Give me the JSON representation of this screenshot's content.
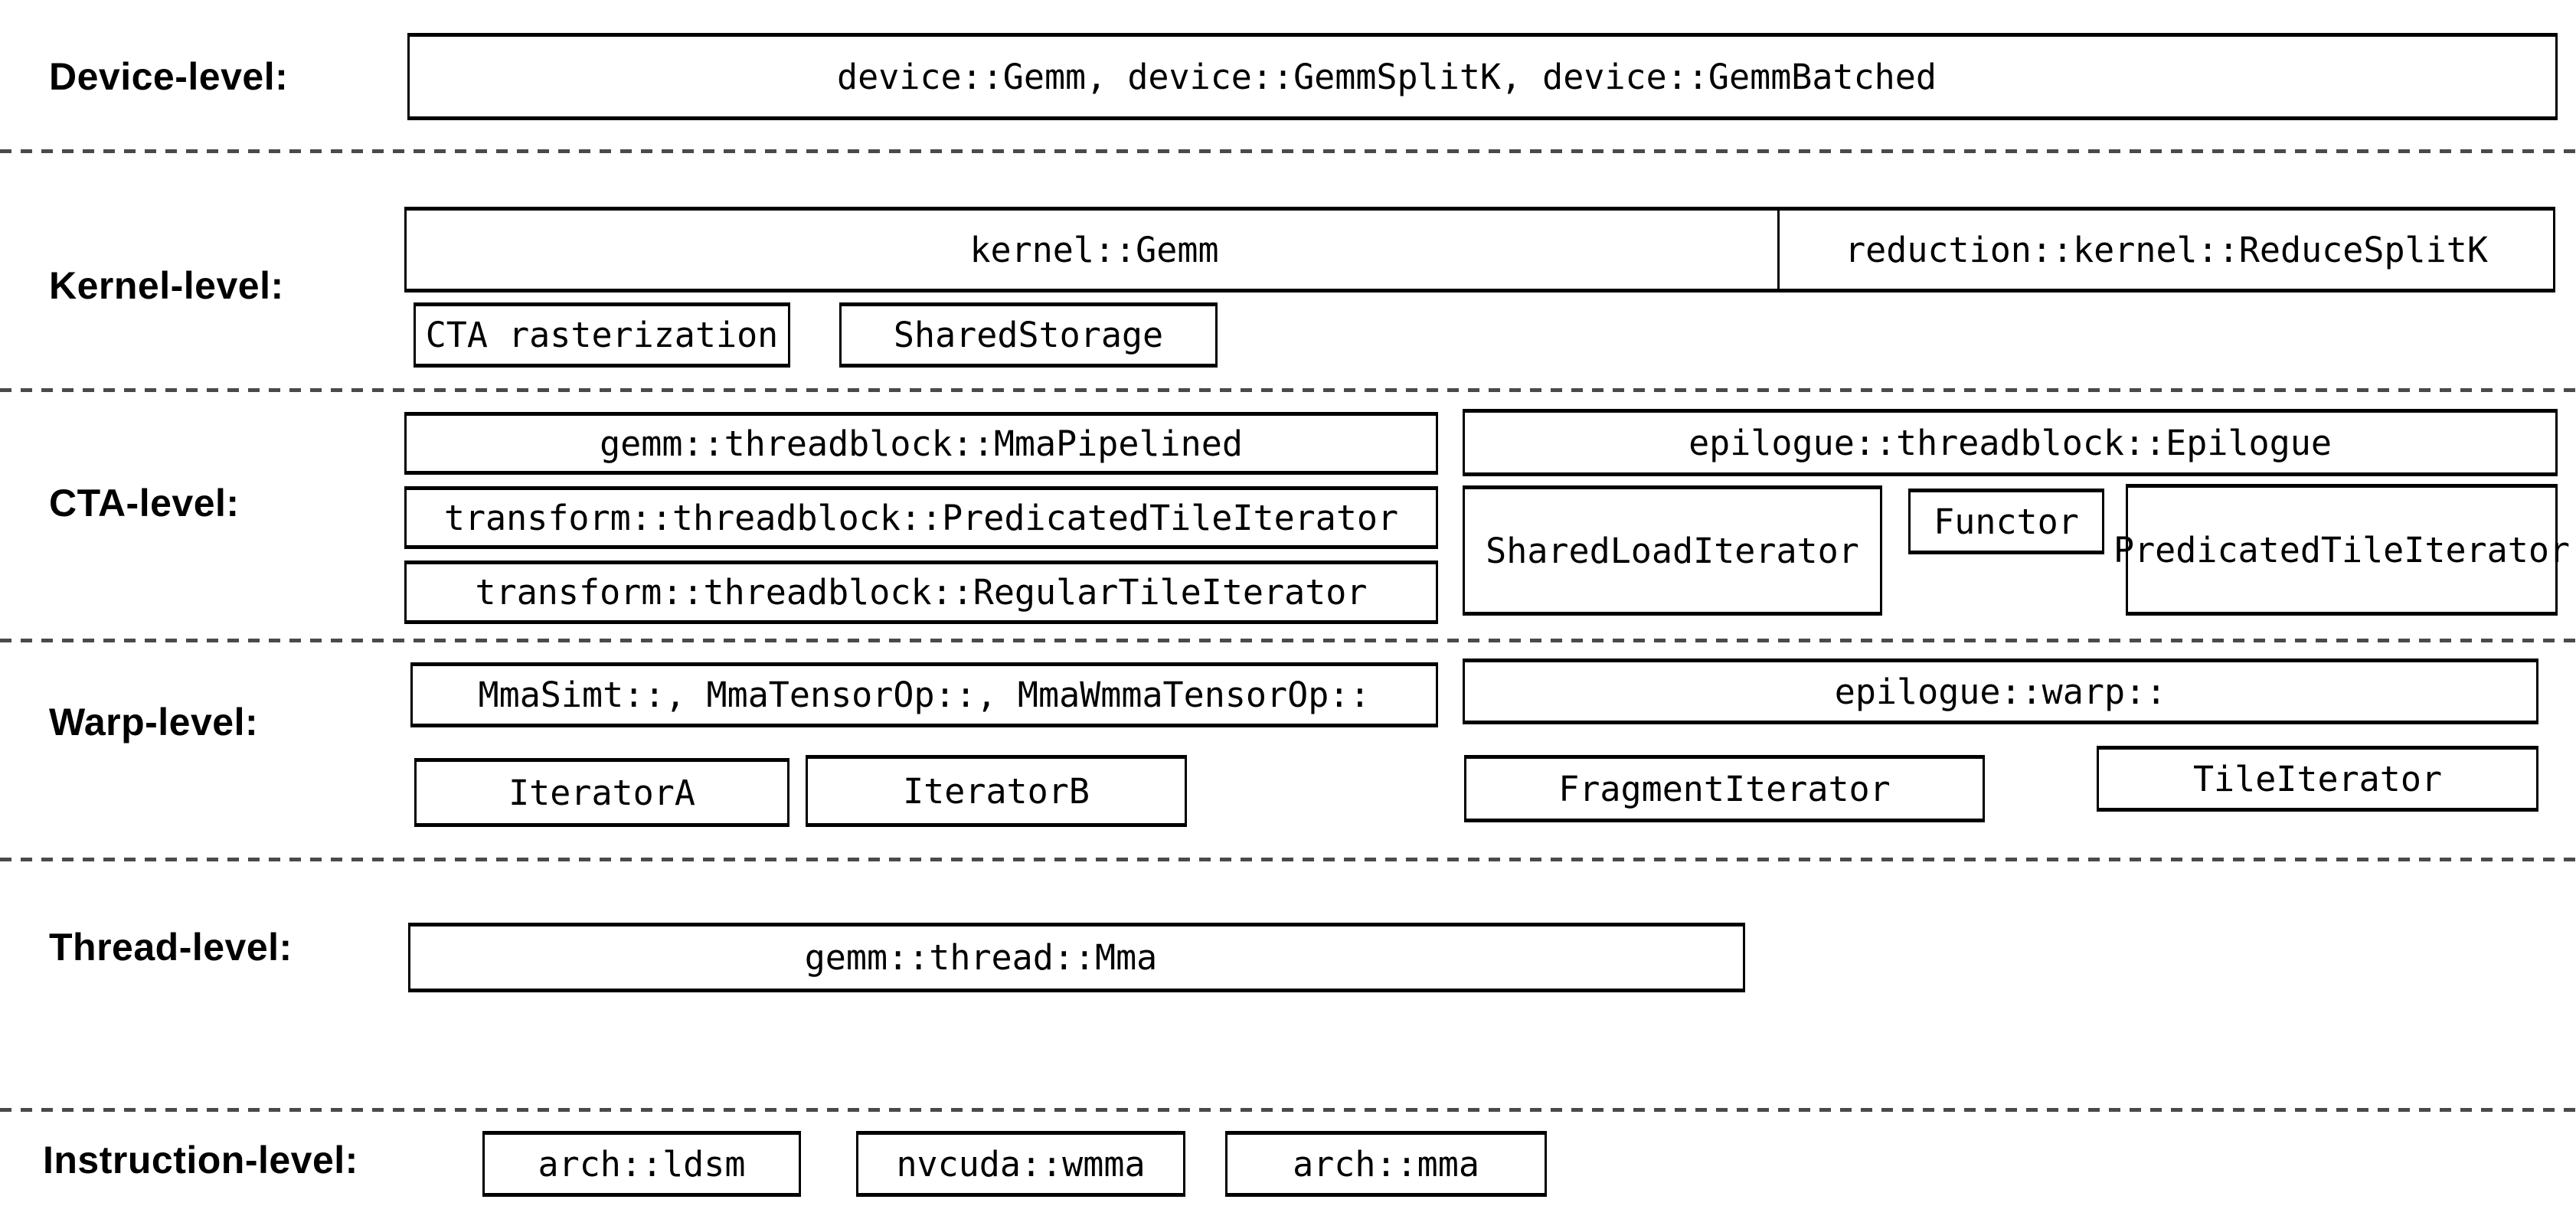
{
  "colors": {
    "background": "#ffffff",
    "border": "#000000",
    "text": "#000000",
    "separator": "#4a4a4a"
  },
  "levels": [
    {
      "id": "device",
      "label": "Device-level:",
      "boxes": [
        {
          "label": "device::Gemm, device::GemmSplitK, device::GemmBatched"
        }
      ]
    },
    {
      "id": "kernel",
      "label": "Kernel-level:",
      "boxes": [
        {
          "label": "kernel::Gemm"
        },
        {
          "label": "reduction::kernel::ReduceSplitK"
        },
        {
          "label": "CTA rasterization"
        },
        {
          "label": "SharedStorage"
        }
      ]
    },
    {
      "id": "cta",
      "label": "CTA-level:",
      "boxes": [
        {
          "label": "gemm::threadblock::MmaPipelined"
        },
        {
          "label": "epilogue::threadblock::Epilogue"
        },
        {
          "label": "transform::threadblock::PredicatedTileIterator"
        },
        {
          "label": "SharedLoadIterator"
        },
        {
          "label": "Functor"
        },
        {
          "label": "PredicatedTileIterator"
        },
        {
          "label": "transform::threadblock::RegularTileIterator"
        }
      ]
    },
    {
      "id": "warp",
      "label": "Warp-level:",
      "boxes": [
        {
          "label": "MmaSimt::, MmaTensorOp::, MmaWmmaTensorOp::"
        },
        {
          "label": "epilogue::warp::"
        },
        {
          "label": "IteratorA"
        },
        {
          "label": "IteratorB"
        },
        {
          "label": "FragmentIterator"
        },
        {
          "label": "TileIterator"
        }
      ]
    },
    {
      "id": "thread",
      "label": "Thread-level:",
      "boxes": [
        {
          "label": "gemm::thread::Mma"
        }
      ]
    },
    {
      "id": "instruction",
      "label": "Instruction-level:",
      "boxes": [
        {
          "label": "arch::ldsm"
        },
        {
          "label": "nvcuda::wmma"
        },
        {
          "label": "arch::mma"
        }
      ]
    }
  ]
}
